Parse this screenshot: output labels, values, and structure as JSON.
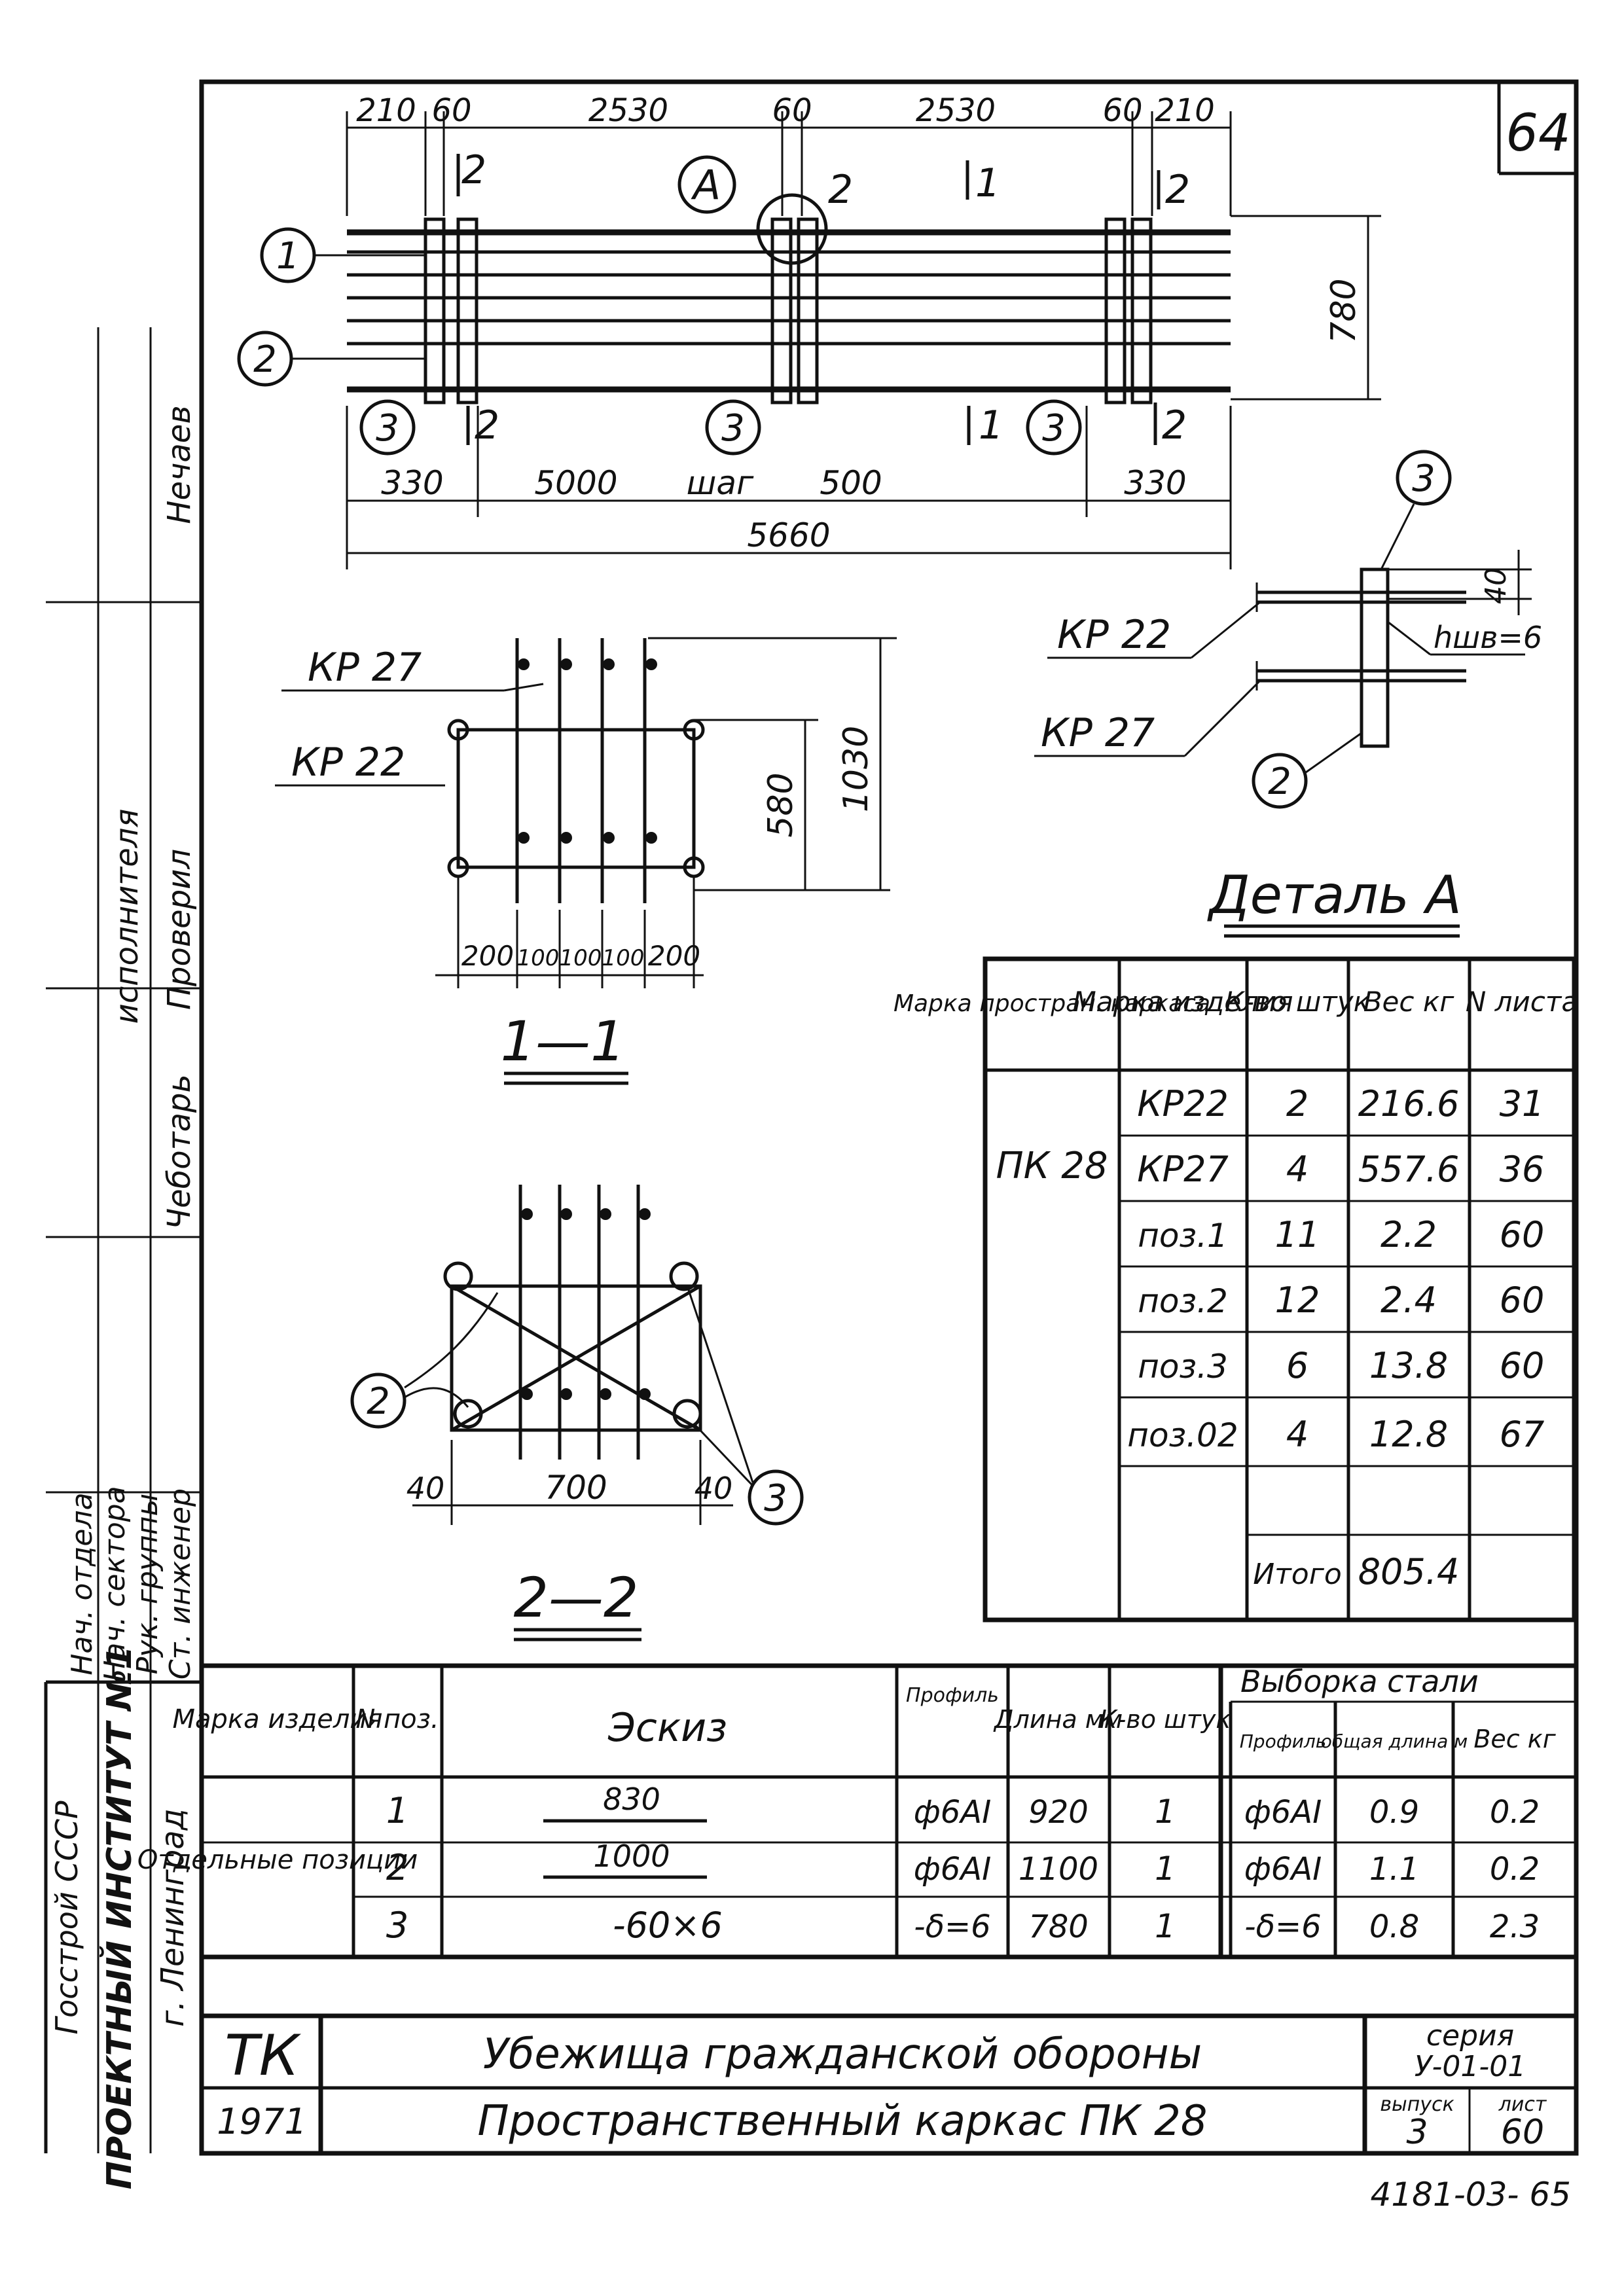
{
  "sheet_number": "64",
  "bottom_note": "4181-03- 65",
  "plan": {
    "dim_top": [
      "210",
      "60",
      "2530",
      "60",
      "2530",
      "60",
      "210"
    ],
    "dim_bottom": [
      "330",
      "5000",
      "шаг",
      "500",
      "330"
    ],
    "dim_total": "5660",
    "dim_height": "780",
    "callout_a": "A",
    "section_labels": [
      "2",
      "1",
      "2",
      "2",
      "2",
      "1",
      "2"
    ],
    "pos_labels": [
      "1",
      "2",
      "3",
      "3",
      "3"
    ]
  },
  "section_1_1": {
    "title": "1—1",
    "label_kr27": "КР 27",
    "label_kr22": "КР 22",
    "dim_580": "580",
    "dim_1030": "1030",
    "dim_bottom": [
      "200",
      "100",
      "100",
      "100",
      "200"
    ]
  },
  "section_2_2": {
    "title": "2—2",
    "dim_bottom": [
      "40",
      "700",
      "40"
    ],
    "pos_labels": [
      "2",
      "3"
    ]
  },
  "detail_a": {
    "title": "Деталь А",
    "label_kr22": "КР 22",
    "label_kr27": "КР 27",
    "dim_40": "40",
    "weld": "hшв=6",
    "pos_labels": [
      "3",
      "2"
    ]
  },
  "spec_table": {
    "headers": [
      "Марка простран. каркаса",
      "Марка изделия",
      "К-во штук",
      "Вес кг",
      "N листа"
    ],
    "frame_mark": "ПК 28",
    "rows": [
      [
        "КР22",
        "2",
        "216.6",
        "31"
      ],
      [
        "КР27",
        "4",
        "557.6",
        "36"
      ],
      [
        "поз.1",
        "11",
        "2.2",
        "60"
      ],
      [
        "поз.2",
        "12",
        "2.4",
        "60"
      ],
      [
        "поз.3",
        "6",
        "13.8",
        "60"
      ],
      [
        "поз.02",
        "4",
        "12.8",
        "67"
      ]
    ],
    "total_label": "Итого",
    "total_value": "805.4"
  },
  "items_table": {
    "headers": {
      "mark": "Марка изделия",
      "pos": "N поз.",
      "sketch": "Эскиз",
      "profile": "Профиль",
      "length": "Длина мм",
      "count": "К-во штук",
      "selection": "Выборка стали",
      "sel_profile": "Профиль",
      "sel_length": "общая длина м",
      "sel_weight": "Вес кг"
    },
    "group": "Отдельные позиции",
    "rows": [
      {
        "pos": "1",
        "sketch": "830",
        "profile": "ф6АI",
        "length": "920",
        "count": "1",
        "sel_profile": "ф6АI",
        "sel_length": "0.9",
        "sel_weight": "0.2"
      },
      {
        "pos": "2",
        "sketch": "1000",
        "profile": "ф6АI",
        "length": "1100",
        "count": "1",
        "sel_profile": "ф6АI",
        "sel_length": "1.1",
        "sel_weight": "0.2"
      },
      {
        "pos": "3",
        "sketch": "-60×6",
        "profile": "-δ=6",
        "length": "780",
        "count": "1",
        "sel_profile": "-δ=6",
        "sel_length": "0.8",
        "sel_weight": "2.3"
      }
    ]
  },
  "title_block": {
    "code": "ТК",
    "year": "1971",
    "title_line1": "Убежища гражданской обороны",
    "title_line2": "Пространственный каркас ПК 28",
    "series_label": "серия",
    "series_value": "У-01-01",
    "issue_label": "выпуск",
    "issue_value": "3",
    "sheet_label": "лист",
    "sheet_value": "60"
  },
  "side_stamp": {
    "org_lines": [
      "Госстрой СССР",
      "ПРОЕКТНЫЙ ИНСТИТУТ №1",
      "г. Ленинград"
    ],
    "roles": [
      "Ст. инженер",
      "Рук. группы",
      "Нач. сектора",
      "Нач. отдела"
    ],
    "names": [
      "Нечаев",
      "Проверил",
      "исполнителя",
      "Чеботарь"
    ]
  },
  "colors": {
    "ink": "#111111",
    "paper": "#ffffff"
  }
}
